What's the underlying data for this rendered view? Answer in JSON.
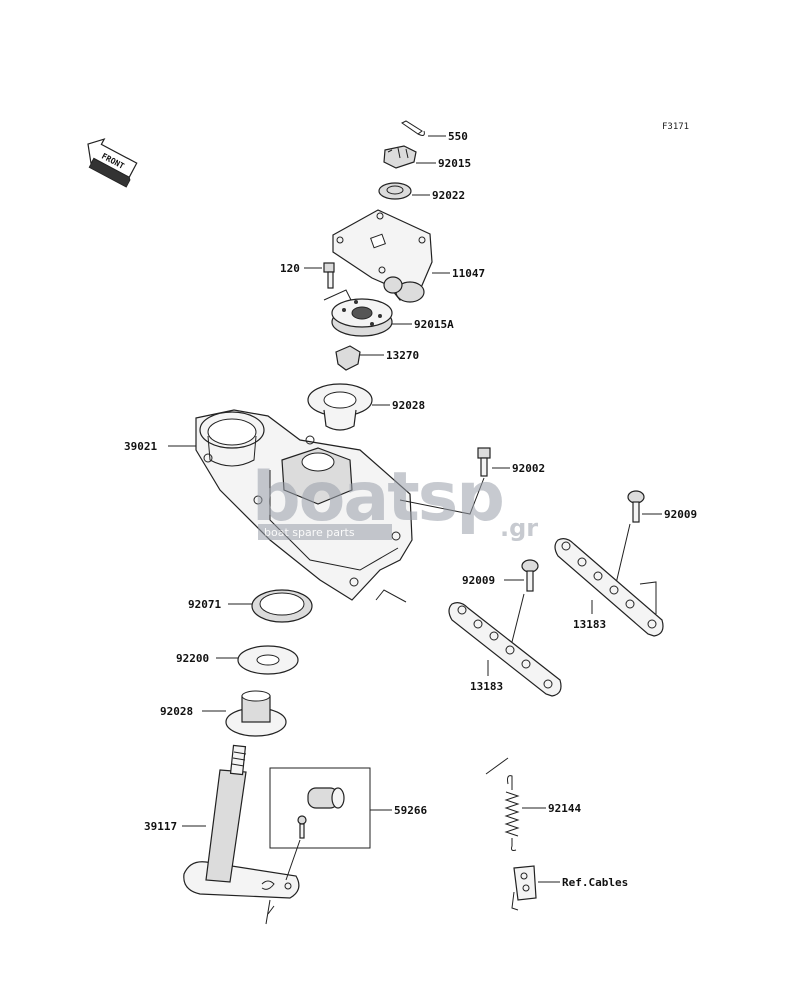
{
  "diagram": {
    "code": "F3171",
    "direction_label": "FRONT",
    "parts": [
      {
        "id": "p550",
        "label": "550"
      },
      {
        "id": "p92015",
        "label": "92015"
      },
      {
        "id": "p92022",
        "label": "92022"
      },
      {
        "id": "p11047",
        "label": "11047"
      },
      {
        "id": "p120",
        "label": "120"
      },
      {
        "id": "p92015a",
        "label": "92015A"
      },
      {
        "id": "p13270",
        "label": "13270"
      },
      {
        "id": "p92028a",
        "label": "92028"
      },
      {
        "id": "p39021",
        "label": "39021"
      },
      {
        "id": "p92002",
        "label": "92002"
      },
      {
        "id": "p92009a",
        "label": "92009"
      },
      {
        "id": "p92009b",
        "label": "92009"
      },
      {
        "id": "p13183a",
        "label": "13183"
      },
      {
        "id": "p13183b",
        "label": "13183"
      },
      {
        "id": "p92071",
        "label": "92071"
      },
      {
        "id": "p92200",
        "label": "92200"
      },
      {
        "id": "p92028b",
        "label": "92028"
      },
      {
        "id": "p59266",
        "label": "59266"
      },
      {
        "id": "p39117",
        "label": "39117"
      },
      {
        "id": "p92144",
        "label": "92144"
      },
      {
        "id": "pref",
        "label": "Ref.Cables"
      }
    ]
  },
  "watermark": {
    "brand": "boatsp",
    "tld": ".gr",
    "tagline": "boat spare parts"
  }
}
